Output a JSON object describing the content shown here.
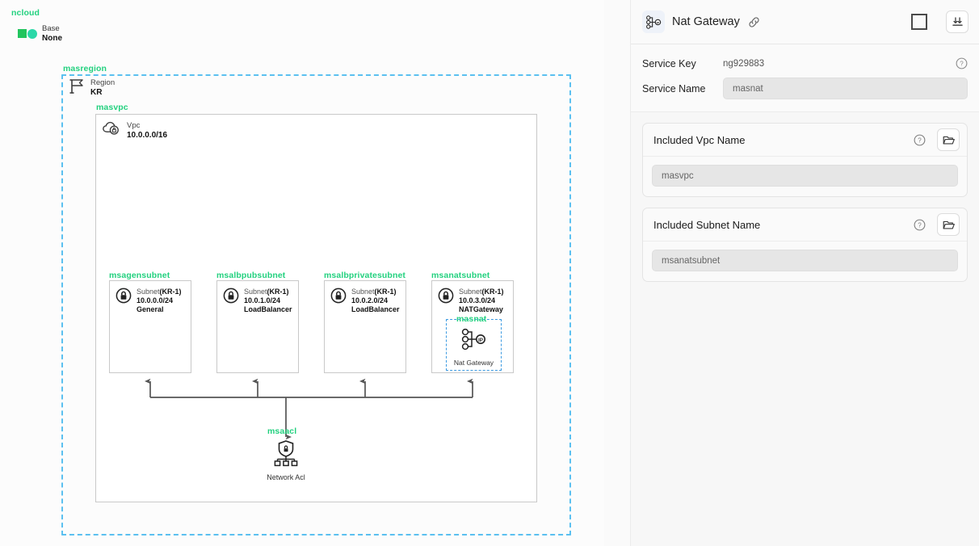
{
  "diagram": {
    "root_label": "ncloud",
    "base": {
      "title": "Base",
      "value": "None",
      "icon": "base-shape-icon"
    },
    "region": {
      "group_label": "masregion",
      "title": "Region",
      "value": "KR",
      "icon": "flag-icon"
    },
    "vpc": {
      "group_label": "masvpc",
      "title": "Vpc",
      "cidr": "10.0.0.0/16",
      "icon": "vpc-cloud-icon"
    },
    "subnets": [
      {
        "group_label": "msagensubnet",
        "type": "Subnet",
        "zone": "(KR-1)",
        "cidr": "10.0.0.0/24",
        "usage": "General",
        "icon": "lock-icon"
      },
      {
        "group_label": "msalbpubsubnet",
        "type": "Subnet",
        "zone": "(KR-1)",
        "cidr": "10.0.1.0/24",
        "usage": "LoadBalancer",
        "icon": "lock-icon"
      },
      {
        "group_label": "msalbprivatesubnet",
        "type": "Subnet",
        "zone": "(KR-1)",
        "cidr": "10.0.2.0/24",
        "usage": "LoadBalancer",
        "icon": "lock-icon"
      },
      {
        "group_label": "msanatsubnet",
        "type": "Subnet",
        "zone": "(KR-1)",
        "cidr": "10.0.3.0/24",
        "usage": "NATGateway",
        "icon": "lock-icon"
      }
    ],
    "nat_gateway": {
      "group_label": "masnat",
      "caption": "Nat Gateway",
      "icon": "nat-gateway-icon",
      "selected": true
    },
    "network_acl": {
      "group_label": "msaacl",
      "caption": "Network Acl",
      "icon": "network-acl-shield-icon"
    },
    "colors": {
      "group_label": "#23d17f",
      "region_border": "#5bc0f0",
      "selection": "#3b9ae1",
      "edge": "#555555"
    }
  },
  "panel": {
    "header": {
      "icon": "nat-gateway-icon",
      "title": "Nat Gateway",
      "link_icon": "link-chain-icon",
      "stop_icon": "square-icon",
      "download_icon": "align-bottom-icon"
    },
    "form": {
      "service_key_label": "Service Key",
      "service_key_value": "ng929883",
      "service_key_help_icon": "question-circle-icon",
      "service_name_label": "Service Name",
      "service_name_value": "masnat"
    },
    "cards": [
      {
        "title": "Included Vpc Name",
        "help_icon": "question-circle-icon",
        "browse_icon": "folder-open-icon",
        "value": "masvpc"
      },
      {
        "title": "Included Subnet Name",
        "help_icon": "question-circle-icon",
        "browse_icon": "folder-open-icon",
        "value": "msanatsubnet"
      }
    ]
  }
}
